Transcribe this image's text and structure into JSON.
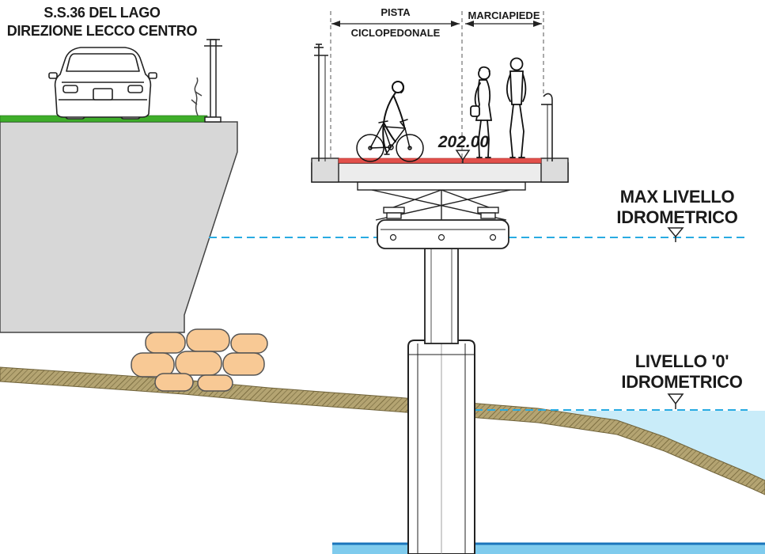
{
  "road": {
    "line1": "S.S.36 DEL LAGO",
    "line2": "DIREZIONE LECCO CENTRO"
  },
  "dims": {
    "pista_l1": "PISTA",
    "pista_l2": "CICLOPEDONALE",
    "marciapiede": "MARCIAPIEDE"
  },
  "elevation": {
    "value": "202.00"
  },
  "max_level": {
    "l1": "MAX LIVELLO",
    "l2": "IDROMETRICO"
  },
  "zero_level": {
    "l1": "LIVELLO '0'",
    "l2": "IDROMETRICO"
  },
  "colors": {
    "ink": "#222222",
    "text_dark": "#1a1a1a",
    "concrete_fill": "#d7d7d7",
    "grass_green": "#3fae2a",
    "deck_surface_red": "#e2504b",
    "hydro_blue": "#29abe2",
    "water_fill": "#c9ecf9",
    "bottom_water_strip": "#7fcbed",
    "bottom_water_edge": "#1b75bb",
    "ground_tan": "#b4a472",
    "ground_hatch": "#7d6f42",
    "rock_fill": "#f8c995"
  }
}
